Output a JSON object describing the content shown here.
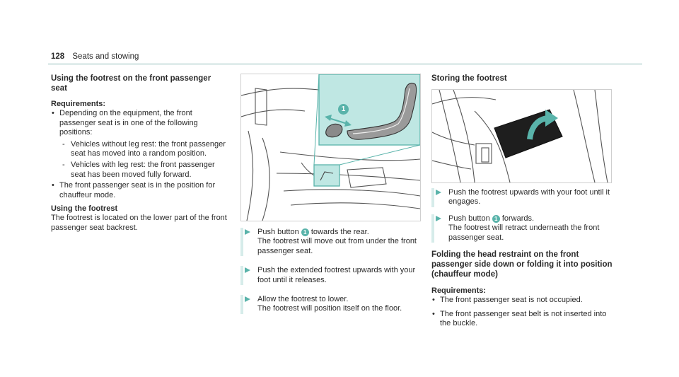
{
  "header": {
    "page_number": "128",
    "section": "Seats and stowing"
  },
  "col1": {
    "title": "Using the footrest on the front passenger seat",
    "requirements_label": "Requirements:",
    "bullet1": "Depending on the equipment, the front passenger seat is in one of the following positions:",
    "dash_mark": "-",
    "dash1": "Vehicles without leg rest: the front passenger seat has moved into a random position.",
    "dash2": "Vehicles with leg rest: the front passenger seat has been moved fully forward.",
    "bullet2": "The front passenger seat is in the position for chauffeur mode.",
    "subhead": "Using the footrest",
    "paragraph": "The footrest is located on the lower part of the front passenger seat backrest."
  },
  "figure1": {
    "callout": "1"
  },
  "col2": {
    "step1_a": "Push button ",
    "step1_num": "1",
    "step1_b": " towards the rear.",
    "step1_result": "The footrest will move out from under the front passenger seat.",
    "step2": "Push the extended footrest upwards with your foot until it releases.",
    "step3": "Allow the footrest to lower.",
    "step3_result": "The footrest will position itself on the floor."
  },
  "col3": {
    "title": "Storing the footrest",
    "step1": "Push the footrest upwards with your foot until it engages.",
    "step2_a": "Push button ",
    "step2_num": "1",
    "step2_b": " forwards.",
    "step2_result": "The footrest will retract underneath the front passenger seat.",
    "title2": "Folding the head restraint on the front passenger side down or folding it into position (chauffeur mode)",
    "requirements_label": "Requirements:",
    "bullet1": "The front passenger seat is not occupied.",
    "bullet2": "The front passenger seat belt is not inserted into the buckle."
  },
  "colors": {
    "accent": "#59b3aa",
    "highlight": "#bfe7e3",
    "rule": "#8ab9b5"
  }
}
